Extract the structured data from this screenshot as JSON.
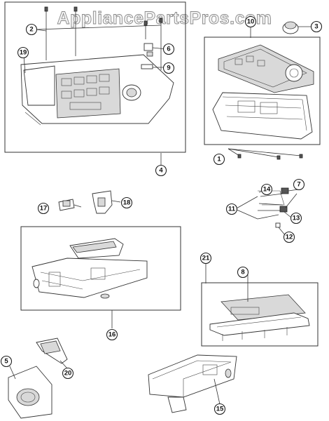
{
  "watermark": {
    "text": "AppliancePartsPros.com"
  },
  "callouts": [
    {
      "id": "1",
      "label": "1"
    },
    {
      "id": "2",
      "label": "2"
    },
    {
      "id": "3",
      "label": "3"
    },
    {
      "id": "4",
      "label": "4"
    },
    {
      "id": "5",
      "label": "5"
    },
    {
      "id": "6",
      "label": "6"
    },
    {
      "id": "7",
      "label": "7"
    },
    {
      "id": "8",
      "label": "8"
    },
    {
      "id": "9",
      "label": "9"
    },
    {
      "id": "10",
      "label": "10"
    },
    {
      "id": "11",
      "label": "11"
    },
    {
      "id": "12",
      "label": "12"
    },
    {
      "id": "13",
      "label": "13"
    },
    {
      "id": "14",
      "label": "14"
    },
    {
      "id": "15",
      "label": "15"
    },
    {
      "id": "16",
      "label": "16"
    },
    {
      "id": "17",
      "label": "17"
    },
    {
      "id": "18",
      "label": "18"
    },
    {
      "id": "19",
      "label": "19"
    },
    {
      "id": "20",
      "label": "20"
    },
    {
      "id": "21",
      "label": "21"
    }
  ],
  "colors": {
    "line": "#333333",
    "shade": "#d9d9d9",
    "watermark_fill": "#f3f3f3"
  }
}
